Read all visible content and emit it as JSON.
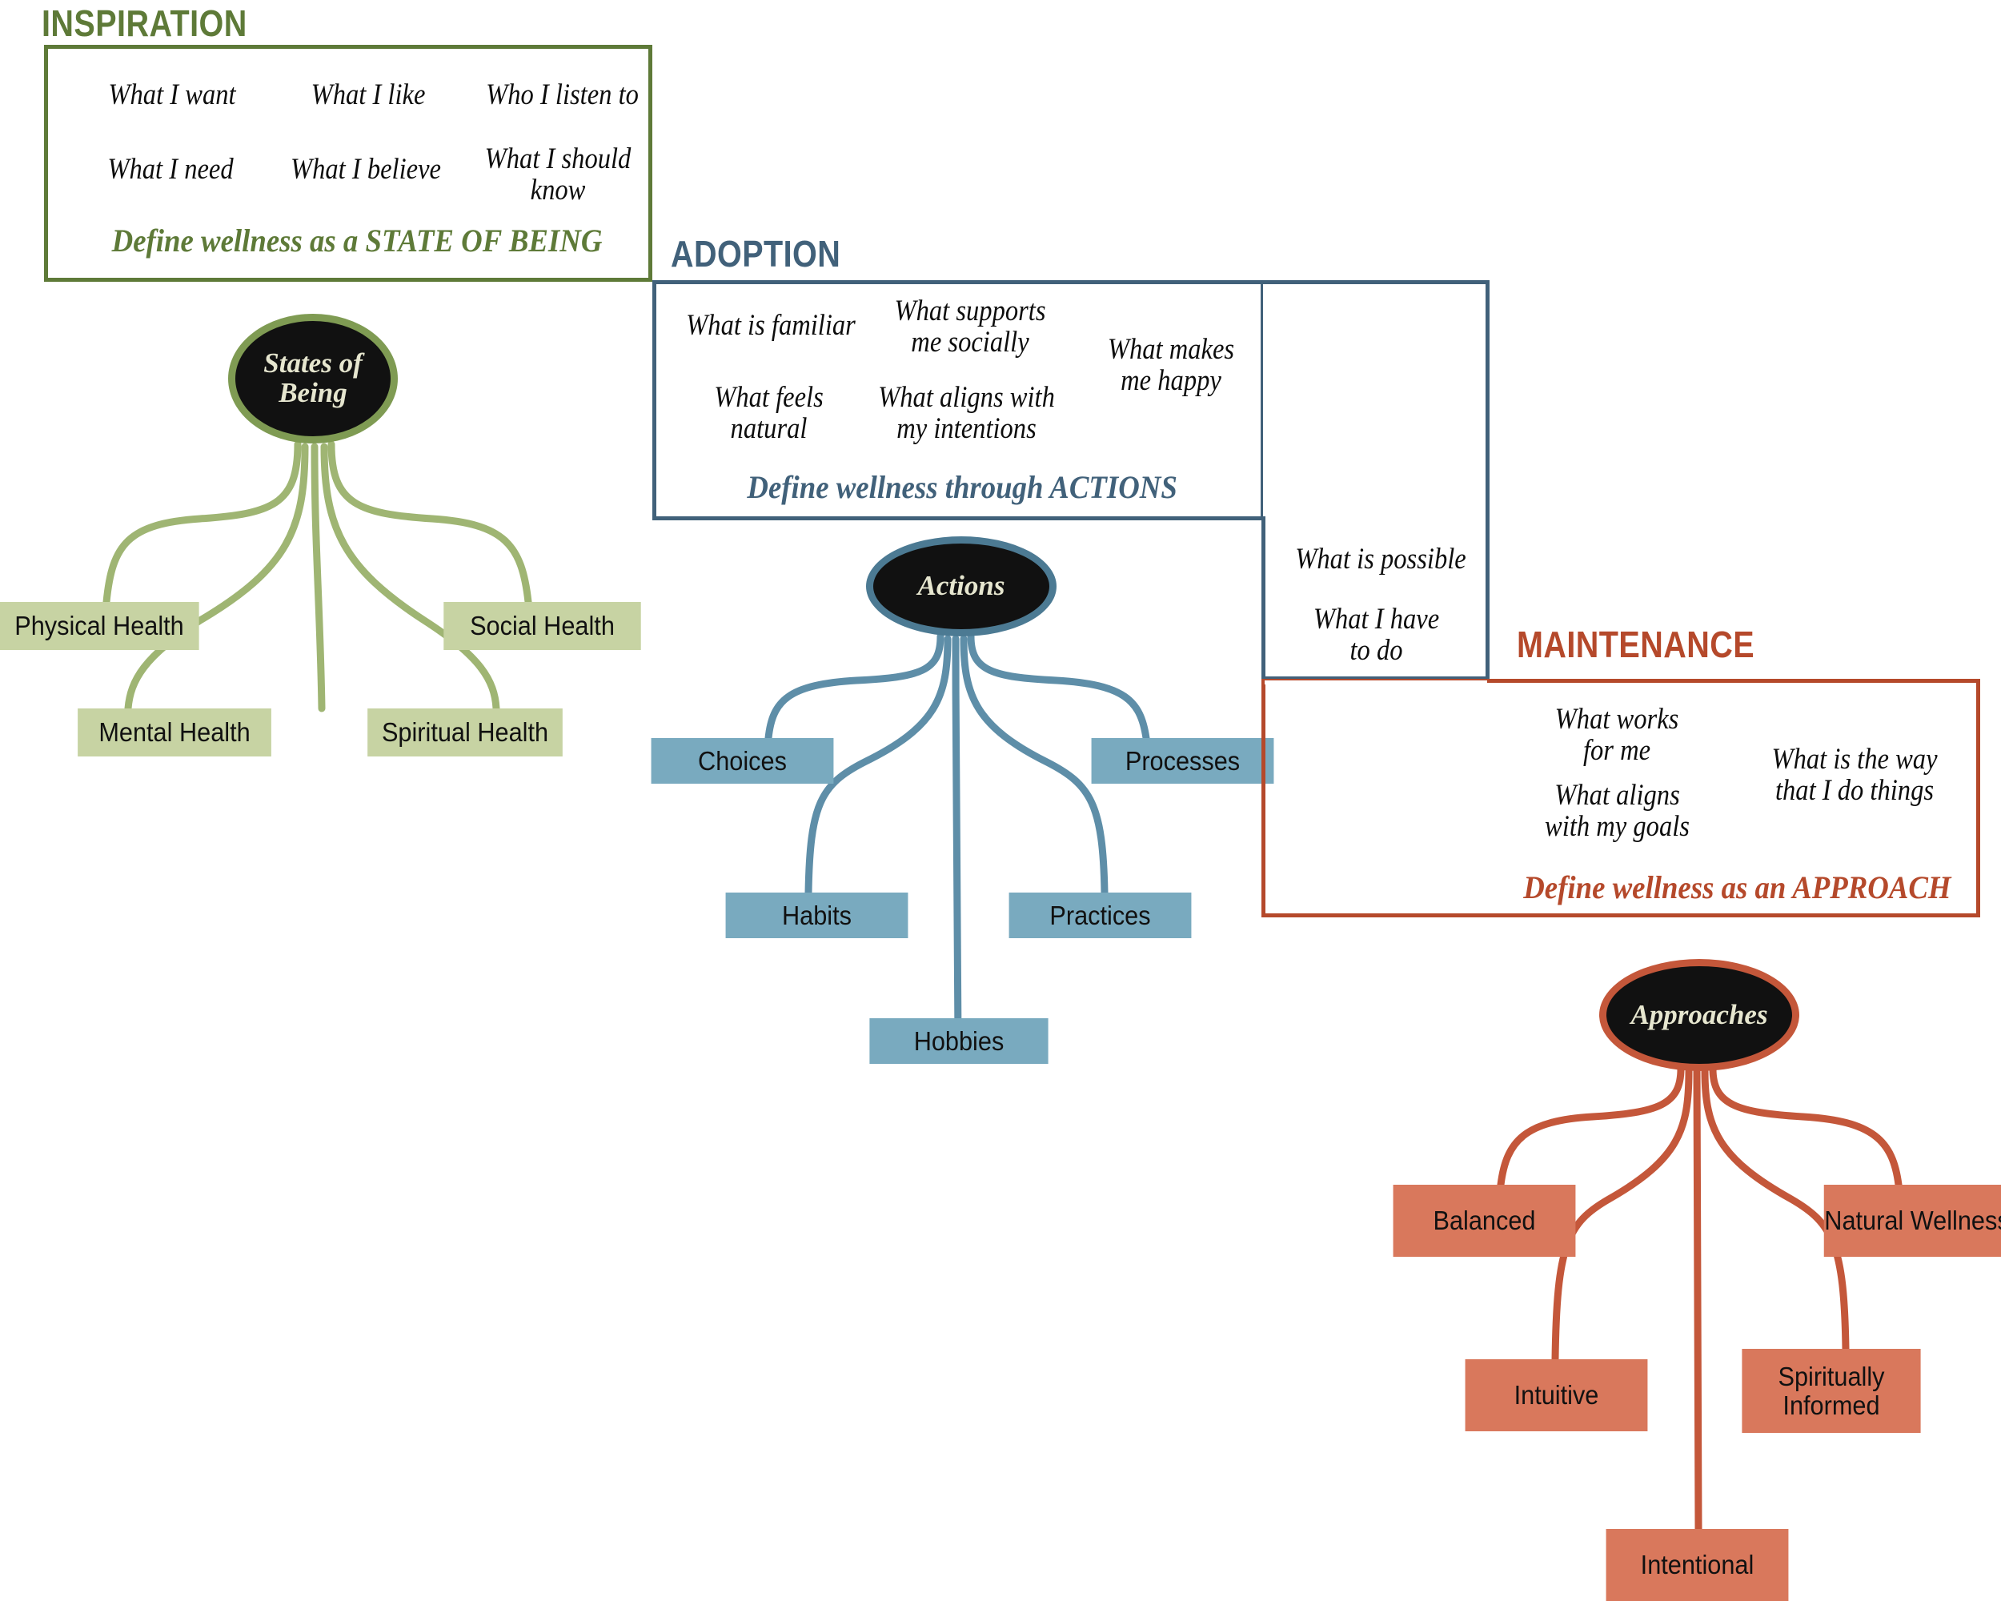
{
  "colors": {
    "green_dark": "#5E7A38",
    "green_light": "#C7D3A3",
    "green_mid": "#9FB573",
    "blue_dark": "#41617A",
    "blue_light": "#79AABF",
    "blue_mid": "#5E8EA8",
    "red_dark": "#B5492B",
    "red_light": "#D9785C",
    "red_mid": "#C4573A",
    "hub_fill": "#111111",
    "hub_text": "#E6E6CF"
  },
  "sections": {
    "inspiration": {
      "title": "INSPIRATION",
      "phrases": [
        "What I want",
        "What I like",
        "Who I listen to",
        "What I need",
        "What I believe",
        "What I should\nknow"
      ],
      "summary": "Define wellness as a STATE OF BEING"
    },
    "adoption": {
      "title": "ADOPTION",
      "phrases": [
        "What is familiar",
        "What supports\nme socially",
        "What makes\nme happy",
        "What feels\nnatural",
        "What aligns with\nmy intentions"
      ],
      "side_phrases": [
        "What is possible",
        "What I have\nto do"
      ],
      "summary": "Define wellness through ACTIONS"
    },
    "maintenance": {
      "title": "MAINTENANCE",
      "phrases": [
        "What works\nfor me",
        "What is the way\nthat I do things",
        "What aligns\nwith my goals"
      ],
      "summary": "Define wellness as an APPROACH"
    }
  },
  "trees": {
    "states_of_being": {
      "hub": "States of\nBeing",
      "nodes": [
        "Physical Health",
        "Social Health",
        "Mental Health",
        "Spiritual Health"
      ]
    },
    "actions": {
      "hub": "Actions",
      "nodes": [
        "Choices",
        "Processes",
        "Habits",
        "Practices",
        "Hobbies"
      ]
    },
    "approaches": {
      "hub": "Approaches",
      "nodes": [
        "Balanced",
        "Natural Wellness",
        "Intuitive",
        "Spiritually\nInformed",
        "Intentional"
      ]
    }
  }
}
